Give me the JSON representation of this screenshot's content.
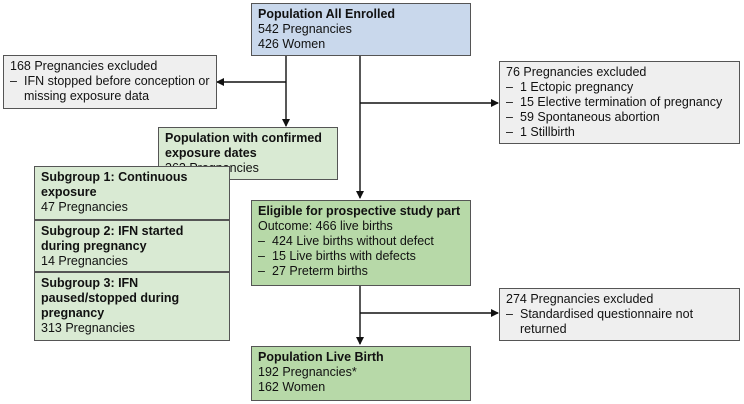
{
  "all_enrolled": {
    "title": "Population All Enrolled",
    "line1": "542 Pregnancies",
    "line2": "426 Women"
  },
  "excluded_left": {
    "heading": "168 Pregnancies excluded",
    "items": [
      "IFN stopped before conception or missing exposure data"
    ]
  },
  "excluded_right": {
    "heading": "76 Pregnancies excluded",
    "items": [
      "1 Ectopic pregnancy",
      "15 Elective termination of pregnancy",
      "59 Spontaneous abortion",
      "1 Stillbirth"
    ]
  },
  "confirmed": {
    "title": "Population with confirmed exposure dates",
    "line1": "362 Pregnancies"
  },
  "subgroups": [
    {
      "title": "Subgroup 1: Continuous exposure",
      "count": "47 Pregnancies"
    },
    {
      "title": "Subgroup 2: IFN started during pregnancy",
      "count": "14 Pregnancies"
    },
    {
      "title": "Subgroup 3: IFN paused/stopped during pregnancy",
      "count": "313 Pregnancies"
    }
  ],
  "eligible": {
    "title": "Eligible for prospective study part",
    "outcome": "Outcome: 466 live births",
    "items": [
      "424 Live births without defect",
      "15 Live births with defects",
      "27 Preterm births"
    ]
  },
  "excluded_bottom": {
    "heading": "274 Pregnancies excluded",
    "items": [
      "Standardised questionnaire not returned"
    ]
  },
  "live_birth": {
    "title": "Population Live Birth",
    "line1": "192 Pregnancies*",
    "line2": "162 Women"
  }
}
